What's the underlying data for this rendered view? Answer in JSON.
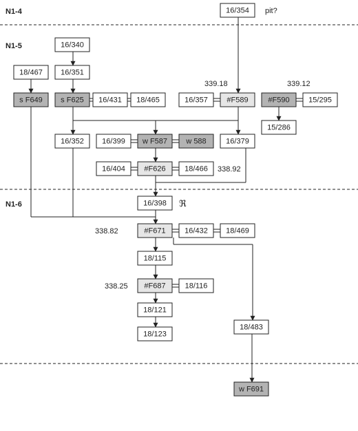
{
  "colors": {
    "stroke": "#222222",
    "box_white": "#ffffff",
    "box_light": "#e6e6e6",
    "box_dark": "#b3b3b3"
  },
  "phases": {
    "n1_4": "N1-4",
    "n1_5": "N1-5",
    "n1_6": "N1-6"
  },
  "nodes": {
    "b_16_354": "16/354",
    "b_16_340": "16/340",
    "b_16_351": "16/351",
    "b_18_467": "18/467",
    "b_sF649": "s F649",
    "b_sF625": "s F625",
    "b_16_431": "16/431",
    "b_18_465": "18/465",
    "b_16_357": "16/357",
    "b_F589": "#F589",
    "b_F590": "#F590",
    "b_15_295": "15/295",
    "b_15_286": "15/286",
    "b_16_352": "16/352",
    "b_16_399": "16/399",
    "b_wF587": "w F587",
    "b_w588": "w 588",
    "b_16_379": "16/379",
    "b_16_404": "16/404",
    "b_F626": "#F626",
    "b_18_466": "18/466",
    "b_16_398": "16/398",
    "b_F671": "#F671",
    "b_16_432": "16/432",
    "b_18_469": "18/469",
    "b_18_115": "18/115",
    "b_F687": "#F687",
    "b_18_116": "18/116",
    "b_18_121": "18/121",
    "b_18_123": "18/123",
    "b_18_483": "18/483",
    "b_wF691": "w F691"
  },
  "annotations": {
    "pit": "pit?",
    "elev_339_18": "339.18",
    "elev_339_12": "339.12",
    "elev_338_92": "338.92",
    "elev_338_82": "338.82",
    "elev_338_25": "338.25",
    "symbol": "ℜ"
  }
}
